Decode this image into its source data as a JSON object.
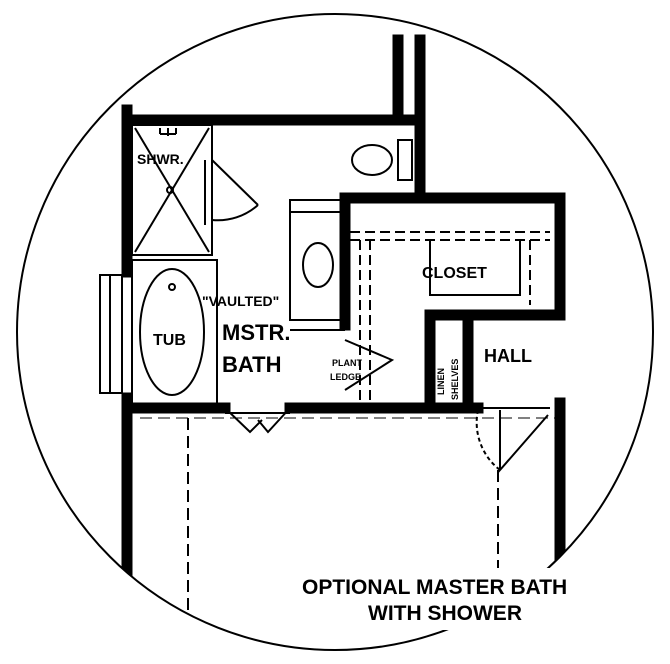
{
  "labels": {
    "shower": "SHWR.",
    "tub": "TUB",
    "vaulted": "\"VAULTED\"",
    "mstr": "MSTR.",
    "bath": "BATH",
    "plant": "PLANT",
    "ledge": "LEDGE",
    "closet": "CLOSET",
    "linen": "LINEN",
    "shelves": "SHELVES",
    "hall": "HALL"
  },
  "caption": {
    "line1": "OPTIONAL MASTER BATH",
    "line2": "WITH SHOWER"
  },
  "colors": {
    "line": "#000000",
    "background": "#ffffff"
  }
}
